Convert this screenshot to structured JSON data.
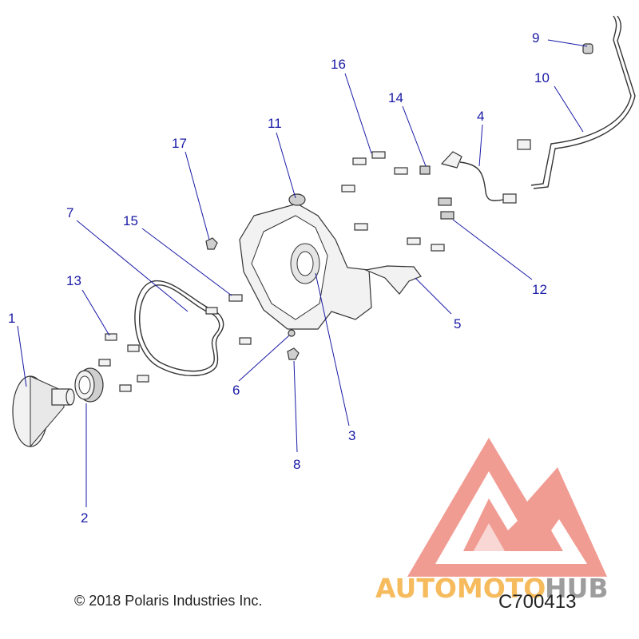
{
  "callouts": {
    "c1": "1",
    "c2": "2",
    "c3": "3",
    "c4": "4",
    "c5": "5",
    "c6": "6",
    "c7": "7",
    "c8": "8",
    "c9": "9",
    "c10": "10",
    "c11": "11",
    "c12": "12",
    "c13": "13",
    "c14": "14",
    "c15": "15",
    "c16": "16",
    "c17": "17"
  },
  "footer": {
    "copyright": "© 2018 Polaris Industries Inc.",
    "figure_code": "C700413"
  },
  "watermark": {
    "part_a": "AUTOMOTO",
    "part_b": "HUB",
    "color_orange": "#f5b041",
    "color_red": "#e74c3c",
    "color_grey": "#8c8c8c"
  },
  "colors": {
    "callout": "#1a1aa6",
    "line_art": "#333333"
  }
}
